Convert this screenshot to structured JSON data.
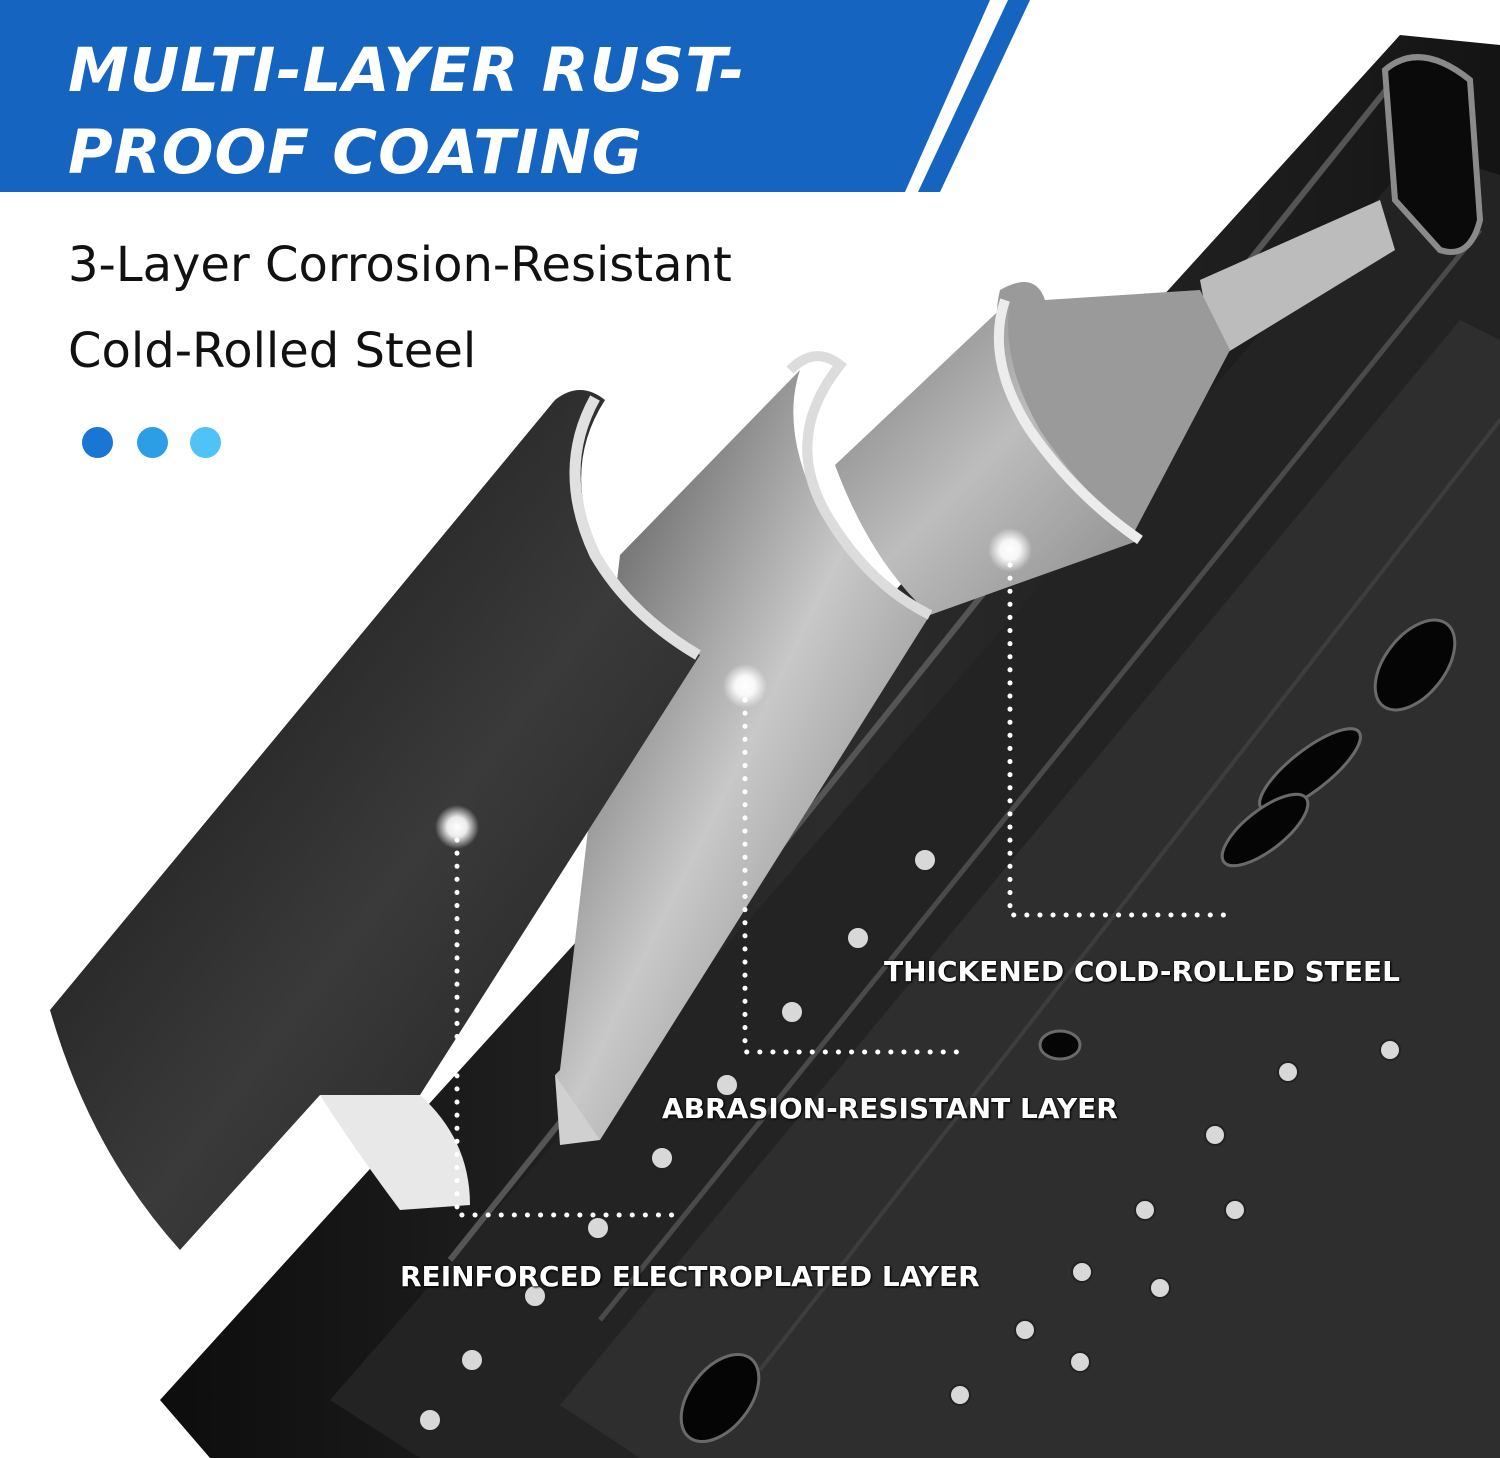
{
  "headline": {
    "line1": "MULTI-LAYER RUST-",
    "line2": "PROOF COATING"
  },
  "subhead": {
    "line1": "3-Layer Corrosion-Resistant",
    "line2": "Cold-Rolled Steel"
  },
  "callouts": {
    "steel": "THICKENED COLD-ROLLED STEEL",
    "abrasion": "ABRASION-RESISTANT LAYER",
    "electroplated": "REINFORCED ELECTROPLATED LAYER"
  },
  "colors": {
    "banner_blue": "#1565c0",
    "dot_1": "#1976d2",
    "dot_2": "#2b9ee6",
    "dot_3": "#4fc3f7",
    "rail_black": "#1c1c1c"
  }
}
